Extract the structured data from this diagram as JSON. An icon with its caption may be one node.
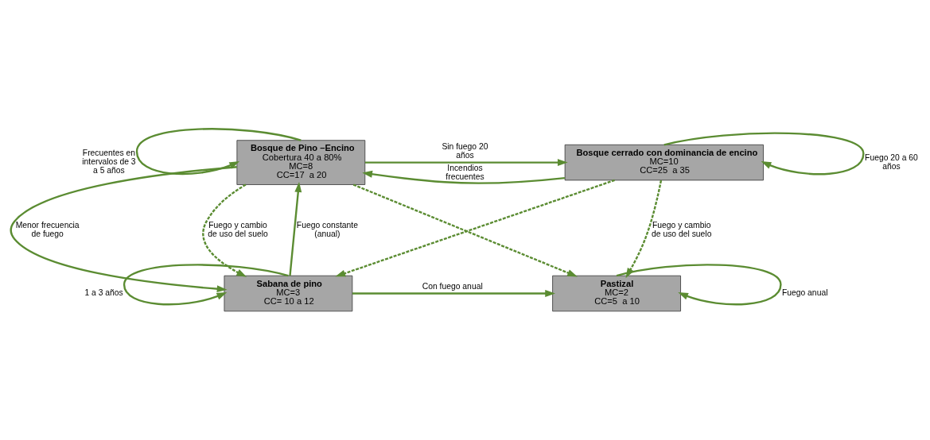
{
  "diagram": {
    "nodes": [
      {
        "text": [
          "Bosque de Pino –Encino",
          "Cobertura 40 a 80%",
          "MC=8",
          "CC=17  a 20"
        ]
      },
      {
        "text": [
          "Bosque cerrado con dominancia de encino",
          "MC=10",
          "CC=25  a 35"
        ]
      },
      {
        "text": [
          "Sabana de pino",
          "MC=3",
          "CC= 10 a 12"
        ]
      },
      {
        "text": [
          "Pastizal",
          "MC=2",
          "CC=5  a 10"
        ]
      }
    ],
    "edges": [
      {
        "from": 0,
        "to": 0,
        "arrow": "to",
        "label": "Frecuentes en intervalos de 3 a 5 años"
      },
      {
        "from": 0,
        "to": 1,
        "arrow": "to",
        "label": "Sin fuego 20 años"
      },
      {
        "from": 1,
        "to": 0,
        "arrow": "to",
        "label": "Incendios frecuentes"
      },
      {
        "from": 1,
        "to": 1,
        "arrow": "to",
        "label": "Fuego 20 a 60 años"
      },
      {
        "from": 0,
        "to": 2,
        "arrow": "to",
        "label": "Menor frecuencia de fuego"
      },
      {
        "from": 2,
        "to": 0,
        "arrow": "to",
        "label": "Fuego constante (anual)"
      },
      {
        "from": 0,
        "to": 2,
        "arrow": "to",
        "label": "Fuego y cambio de uso del suelo",
        "style": "dashed"
      },
      {
        "from": 1,
        "to": 2,
        "arrow": "to",
        "style": "dashed"
      },
      {
        "from": 0,
        "to": 3,
        "arrow": "to",
        "style": "dashed"
      },
      {
        "from": 1,
        "to": 3,
        "arrow": "to",
        "label": "Fuego y cambio de uso del suelo",
        "style": "dashed"
      },
      {
        "from": 2,
        "to": 2,
        "arrow": "to",
        "label": "1 a 3 años"
      },
      {
        "from": 3,
        "to": 3,
        "arrow": "to",
        "label": "Fuego anual"
      },
      {
        "from": 2,
        "to": 3,
        "arrow": "to",
        "label": "Con fuego anual"
      }
    ]
  }
}
